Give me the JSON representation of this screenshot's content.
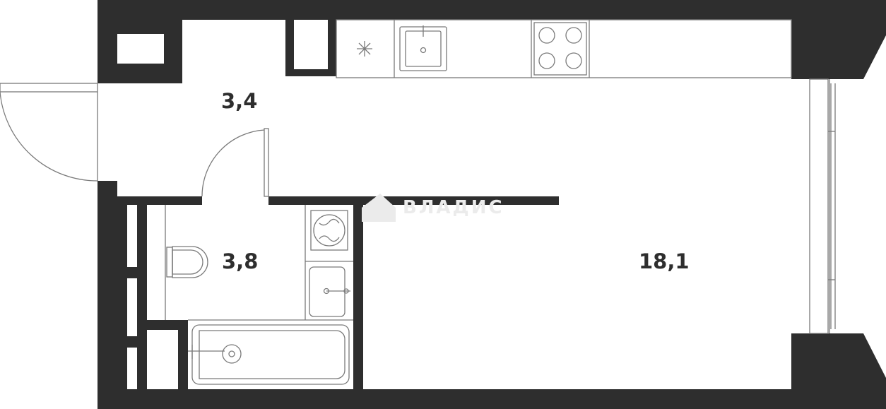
{
  "colors": {
    "wall": "#2e2e2e",
    "fixture": "#7a7a7a",
    "background": "#ffffff",
    "watermark": "#ebebeb"
  },
  "rooms": [
    {
      "id": "hallway",
      "area": "3,4"
    },
    {
      "id": "bathroom",
      "area": "3,8"
    },
    {
      "id": "living-room",
      "area": "18,1"
    }
  ],
  "watermark": {
    "text": "ВЛАДИС"
  },
  "icons": [
    "fridge-icon",
    "sink-icon",
    "stove-icon",
    "toilet-icon",
    "washing-machine-icon",
    "washbasin-icon",
    "bathtub-icon",
    "door-swing-icon",
    "window-icon",
    "watermark-logo-icon"
  ]
}
